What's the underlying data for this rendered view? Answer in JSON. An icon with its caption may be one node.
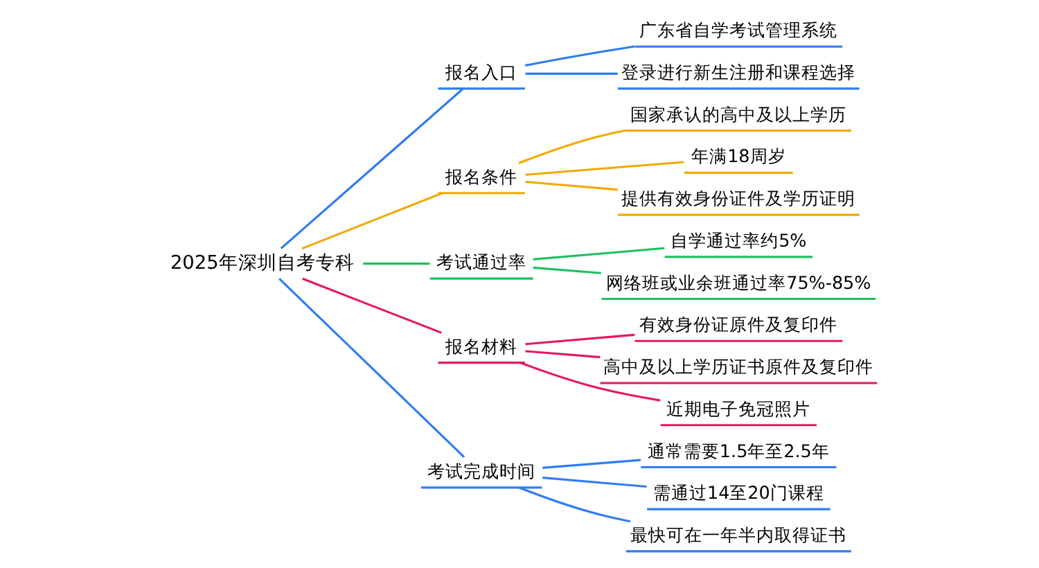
{
  "diagram": {
    "nodes": [
      {
        "text": [
          "2025年深圳自考专科"
        ]
      },
      {
        "text": [
          "报名入口"
        ]
      },
      {
        "text": [
          "广东省自学考试管理系统"
        ]
      },
      {
        "text": [
          "登录进行新生注册和课程选择"
        ]
      },
      {
        "text": [
          "报名条件"
        ]
      },
      {
        "text": [
          "国家承认的高中及以上学历"
        ]
      },
      {
        "text": [
          "年满18周岁"
        ]
      },
      {
        "text": [
          "提供有效身份证件及学历证明"
        ]
      },
      {
        "text": [
          "考试通过率"
        ]
      },
      {
        "text": [
          "自学通过率约5%"
        ]
      },
      {
        "text": [
          "网络班或业余班通过率75%-85%"
        ]
      },
      {
        "text": [
          "报名材料"
        ]
      },
      {
        "text": [
          "有效身份证原件及复印件"
        ]
      },
      {
        "text": [
          "高中及以上学历证书原件及复印件"
        ]
      },
      {
        "text": [
          "近期电子免冠照片"
        ]
      },
      {
        "text": [
          "考试完成时间"
        ]
      },
      {
        "text": [
          "通常需要1.5年至2.5年"
        ]
      },
      {
        "text": [
          "需通过14至20门课程"
        ]
      },
      {
        "text": [
          "最快可在一年半内取得证书"
        ]
      }
    ],
    "edges": [
      {
        "from": 0,
        "to": 1,
        "arrow": "none"
      },
      {
        "from": 1,
        "to": 2,
        "arrow": "none"
      },
      {
        "from": 1,
        "to": 3,
        "arrow": "none"
      },
      {
        "from": 0,
        "to": 4,
        "arrow": "none",
        "color": "#f2a900"
      },
      {
        "from": 4,
        "to": 5,
        "arrow": "none",
        "color": "#f2a900"
      },
      {
        "from": 4,
        "to": 6,
        "arrow": "none",
        "color": "#f2a900"
      },
      {
        "from": 4,
        "to": 7,
        "arrow": "none",
        "color": "#f2a900"
      },
      {
        "from": 0,
        "to": 8,
        "arrow": "none",
        "color": "#1fbf5f"
      },
      {
        "from": 8,
        "to": 9,
        "arrow": "none",
        "color": "#1fbf5f"
      },
      {
        "from": 8,
        "to": 10,
        "arrow": "none",
        "color": "#1fbf5f"
      },
      {
        "from": 0,
        "to": 11,
        "arrow": "none",
        "color": "#e8175d"
      },
      {
        "from": 11,
        "to": 12,
        "arrow": "none",
        "color": "#e8175d"
      },
      {
        "from": 11,
        "to": 13,
        "arrow": "none",
        "color": "#e8175d"
      },
      {
        "from": 11,
        "to": 14,
        "arrow": "none",
        "color": "#e8175d"
      },
      {
        "from": 0,
        "to": 15,
        "arrow": "none"
      },
      {
        "from": 15,
        "to": 16,
        "arrow": "none"
      },
      {
        "from": 15,
        "to": 17,
        "arrow": "none"
      },
      {
        "from": 15,
        "to": 18,
        "arrow": "none"
      }
    ]
  }
}
